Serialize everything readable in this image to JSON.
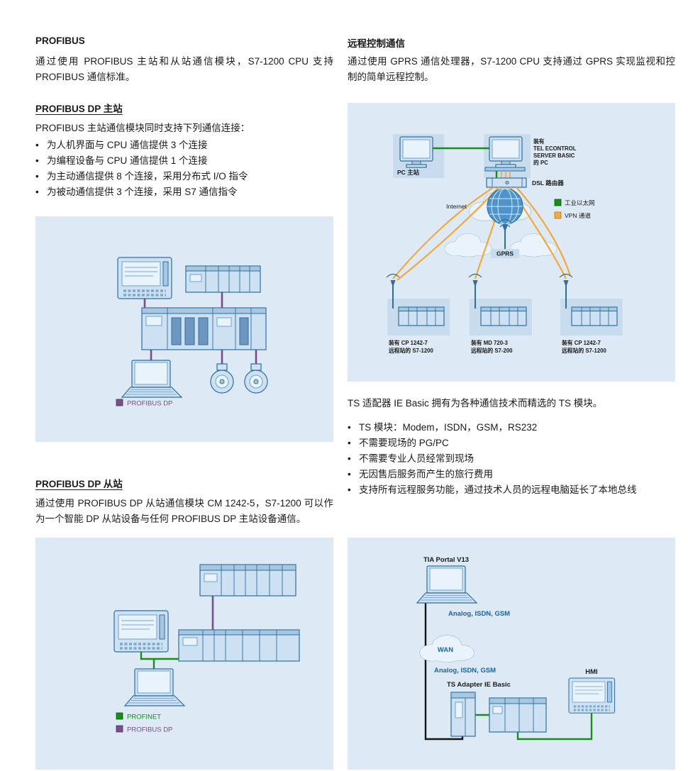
{
  "colors": {
    "panel_background": "#dde9f4",
    "profibus_dp_purple": "#7a4e87",
    "profinet_green": "#149114",
    "industrial_ethernet_green": "#149114",
    "vpn_orange": "#f2a93b",
    "device_blue": "#2f6f9f",
    "comm_text_blue": "#1565a8"
  },
  "left": {
    "profibus": {
      "title": "PROFIBUS",
      "body": "通过使用 PROFIBUS 主站和从站通信模块，S7-1200 CPU 支持 PROFIBUS 通信标准。"
    },
    "dp_master": {
      "title": "PROFIBUS DP 主站",
      "intro": "PROFIBUS 主站通信模块同时支持下列通信连接：",
      "bullets": [
        "为人机界面与 CPU 通信提供 3 个连接",
        "为编程设备与 CPU 通信提供 1 个连接",
        "为主动通信提供 8 个连接，采用分布式 I/O 指令",
        "为被动通信提供 3 个连接，采用 S7 通信指令"
      ],
      "legend_profibus_dp": "PROFIBUS DP"
    },
    "dp_slave": {
      "title": "PROFIBUS DP 从站",
      "body": "通过使用 PROFIBUS DP 从站通信模块 CM 1242-5，S7-1200 可以作为一个智能 DP 从站设备与任何 PROFIBUS DP 主站设备通信。",
      "legend_profinet": "PROFINET",
      "legend_profibus_dp": "PROFIBUS DP"
    }
  },
  "right": {
    "remote": {
      "title": "远程控制通信",
      "body": "通过使用 GPRS 通信处理器，S7-1200 CPU 支持通过 GPRS 实现监视和控制的简单远程控制。"
    },
    "gprs_diagram": {
      "pc_master": "PC 主站",
      "server_lines": [
        "装有",
        "TEL ECONTROL",
        "SERVER BASIC",
        "的 PC"
      ],
      "dsl_router": "DSL 路由器",
      "internet": "Internet",
      "legend_ethernet": "工业以太网",
      "legend_vpn": "VPN 通道",
      "gprs": "GPRS",
      "stations": [
        [
          "装有 CP 1242-7",
          "远程站的 S7-1200"
        ],
        [
          "装有 MD 720-3",
          "远程站的 S7-200"
        ],
        [
          "装有 CP 1242-7",
          "远程站的 S7-1200"
        ]
      ]
    },
    "ts": {
      "intro": "TS 适配器 IE Basic 拥有为各种通信技术而精选的 TS 模块。",
      "bullets": [
        "TS 模块：Modem，ISDN，GSM，RS232",
        "不需要现场的 PG/PC",
        "不需要专业人员经常到现场",
        "无因售后服务而产生的旅行费用",
        "支持所有远程服务功能，通过技术人员的远程电脑延长了本地总线"
      ]
    },
    "ts_diagram": {
      "tia_portal": "TIA Portal V13",
      "analog_top": "Analog, ISDN, GSM",
      "wan": "WAN",
      "analog_bottom": "Analog, ISDN, GSM",
      "ts_adapter": "TS Adapter IE Basic",
      "hmi": "HMI"
    }
  }
}
